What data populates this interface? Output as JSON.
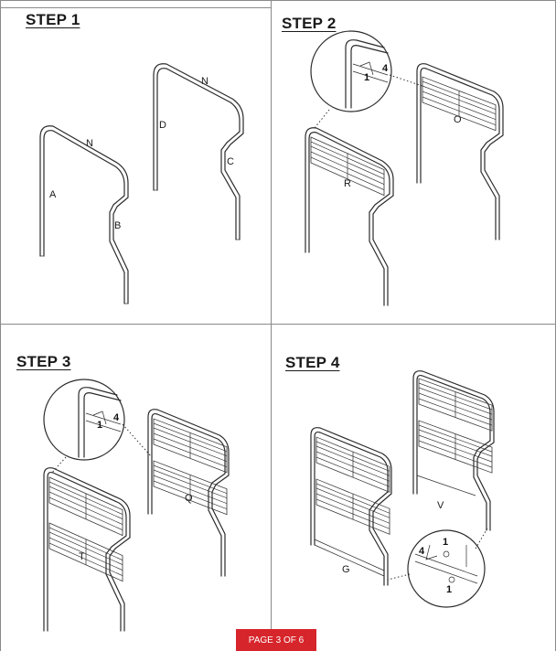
{
  "colors": {
    "badge_background": "#d6252b",
    "grid": "#8a8a8a",
    "ink": "#2b2b2b"
  },
  "steps": [
    {
      "title": "STEP 1",
      "labels": [
        "N",
        "D",
        "C",
        "N",
        "A",
        "B"
      ]
    },
    {
      "title": "STEP 2",
      "labels": [
        "O",
        "R"
      ],
      "callout_numbers": [
        "4",
        "1"
      ]
    },
    {
      "title": "STEP 3",
      "labels": [
        "Q",
        "T"
      ],
      "callout_numbers": [
        "4",
        "1"
      ]
    },
    {
      "title": "STEP 4",
      "labels": [
        "V",
        "G"
      ],
      "callout_numbers": [
        "1",
        "4",
        "1"
      ]
    }
  ],
  "footer": {
    "page_label": "PAGE 3 OF 6"
  }
}
